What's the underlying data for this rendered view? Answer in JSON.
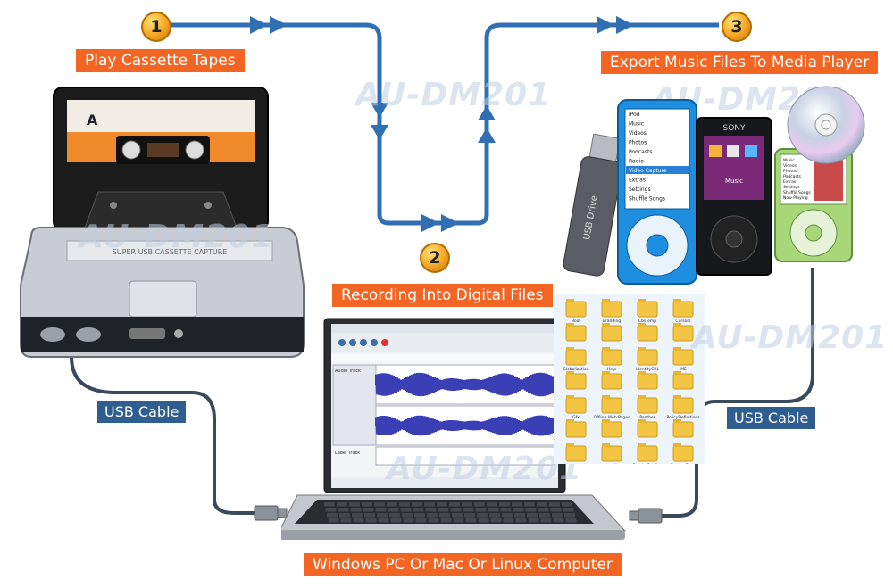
{
  "steps": {
    "step1": {
      "number": "1",
      "label": "Play Cassette Tapes"
    },
    "step2": {
      "number": "2",
      "label": "Recording Into Digital Files"
    },
    "step3": {
      "number": "3",
      "label": "Export Music Files To Media Player"
    }
  },
  "computer_label": "Windows PC Or Mac Or Linux Computer",
  "cables": {
    "left": "USB Cable",
    "right": "USB Cable"
  },
  "watermark": "AU-DM201",
  "cassette": {
    "side": "A",
    "player_text": "SUPER USB CASSETTE CAPTURE"
  },
  "usb_drive_text": "USB Drive",
  "mp3_menu": [
    "iPod",
    "Music",
    "Videos",
    "Photos",
    "Podcasts",
    "Radio",
    "Video Capture",
    "Extras",
    "Settings",
    "Shuffle Songs"
  ],
  "sony_brand": "SONY",
  "sony_screen": "Music",
  "green_menu": [
    "Music",
    "Videos",
    "Photos",
    "Podcasts",
    "Extras",
    "Settings",
    "Shuffle Songs",
    "Now Playing"
  ],
  "folders": [
    "Boot",
    "Branding",
    "CbsTemp",
    "Cursors",
    "",
    "",
    "",
    "",
    "Globalization",
    "Help",
    "IdentityCRL",
    "IME",
    "",
    "",
    "",
    "",
    "Gfx",
    "Offline Web Pages",
    "Panther",
    "PolicyDefinitions",
    "",
    "",
    "",
    "",
    "schemas",
    "security",
    "ServiceProfiles",
    "ServiceState"
  ],
  "audio_tracks": [
    "Audio Track",
    "Label Track"
  ],
  "colors": {
    "orange": "#f26522",
    "blue": "#2f5d8f",
    "arrow": "#2f6fb2"
  }
}
